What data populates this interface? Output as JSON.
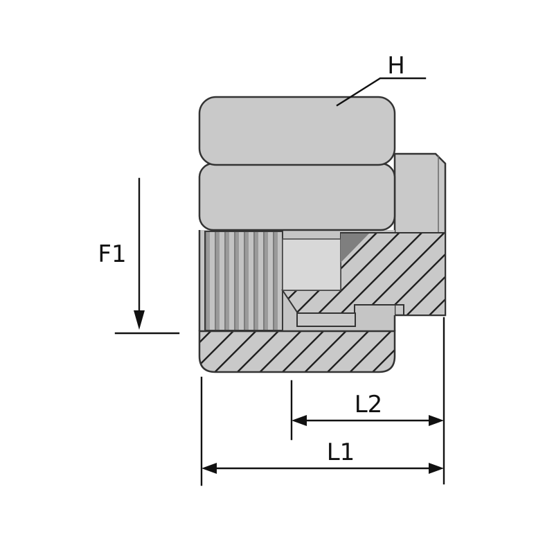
{
  "diagram": {
    "labels": {
      "hex_flats": "H",
      "thread": "F1",
      "length_short": "L2",
      "length_total": "L1"
    },
    "colors": {
      "background": "#ffffff",
      "body": "#c9c9c9",
      "body_mid": "#c5c5c5",
      "bore": "#d8d8d8",
      "thread_light": "#c3c3c3",
      "thread_dark": "#9a9a9a",
      "thread_edge": "#7c7c7c",
      "chamfer_dark": "#7f7f7f",
      "hatch_line": "#1c1c1c",
      "outline": "#333333",
      "dimension": "#111111"
    }
  }
}
